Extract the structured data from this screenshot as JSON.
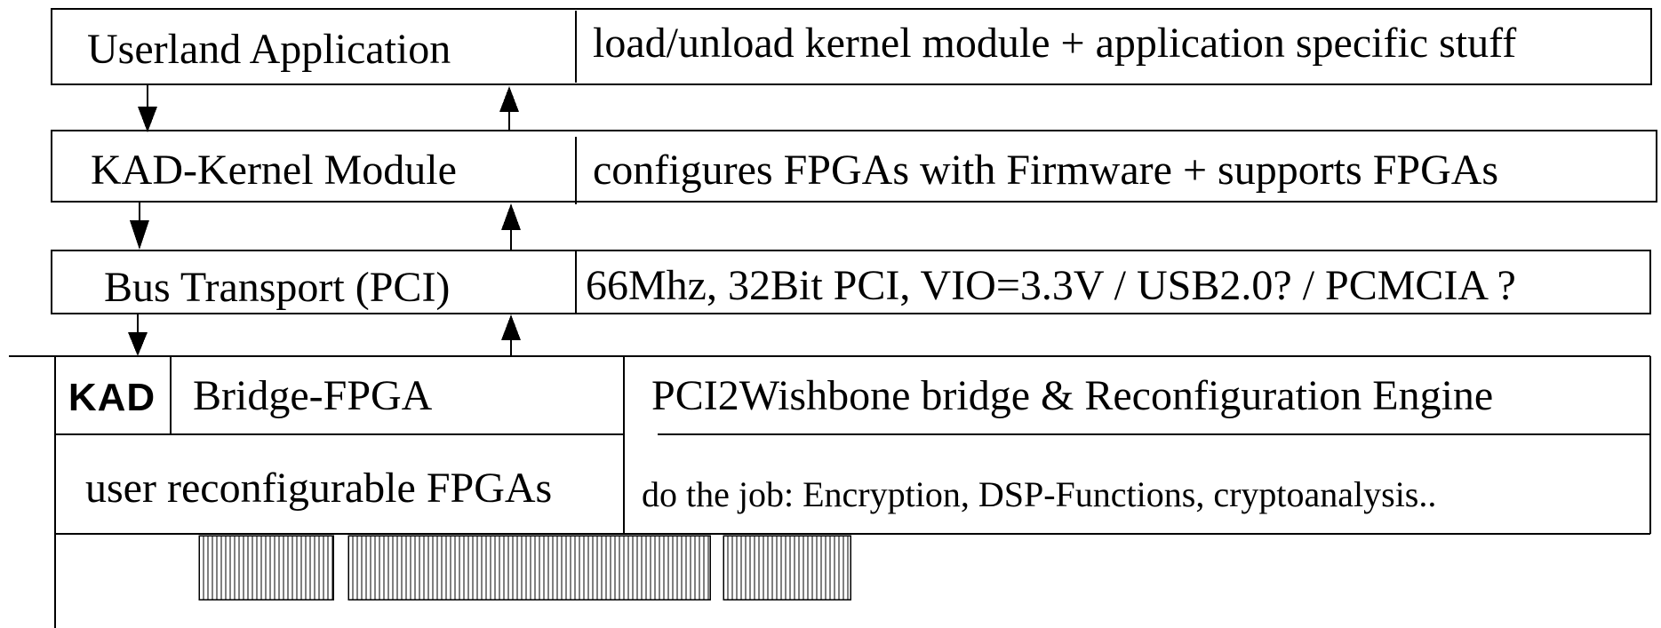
{
  "layers": [
    {
      "name": "Userland Application",
      "description": "load/unload kernel module + application specific stuff"
    },
    {
      "name": "KAD-Kernel Module",
      "description": "configures FPGAs with Firmware + supports FPGAs"
    },
    {
      "name": "Bus Transport (PCI)",
      "description": "66Mhz, 32Bit PCI, VIO=3.3V / USB2.0?  / PCMCIA ?"
    }
  ],
  "card": {
    "logo": "KAD",
    "bridge": {
      "name": "Bridge-FPGA",
      "description": "PCI2Wishbone bridge & Reconfiguration Engine"
    },
    "user_fpgas": {
      "name": "user reconfigurable FPGAs",
      "description": "do the job: Encryption, DSP-Functions, cryptoanalysis.."
    }
  },
  "colors": {
    "line": "#000000",
    "background": "#ffffff"
  }
}
